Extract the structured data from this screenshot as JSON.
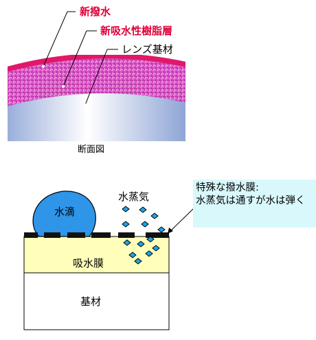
{
  "labels": {
    "top_coat": "新撥水",
    "resin_layer": "新吸水性樹脂層",
    "lens_base": "レンズ基材",
    "caption": "断面図",
    "water_drop": "水滴",
    "vapor": "水蒸気",
    "absorbent_film": "吸水膜",
    "substrate": "基材"
  },
  "callout": {
    "line1": "特殊な撥水膜:",
    "line2": "水蒸気は通すが水は弾く"
  },
  "colors": {
    "top_coat_red": "#e0186a",
    "label_red": "#e0003a",
    "resin_magenta": "#d23fc0",
    "lens_blue": "#9db1dc",
    "drop_blue": "#2e95e8",
    "vapor_blue": "#1aa6e8",
    "film_yellow": "#fffebb",
    "callout_bg": "#d9f8fc"
  }
}
